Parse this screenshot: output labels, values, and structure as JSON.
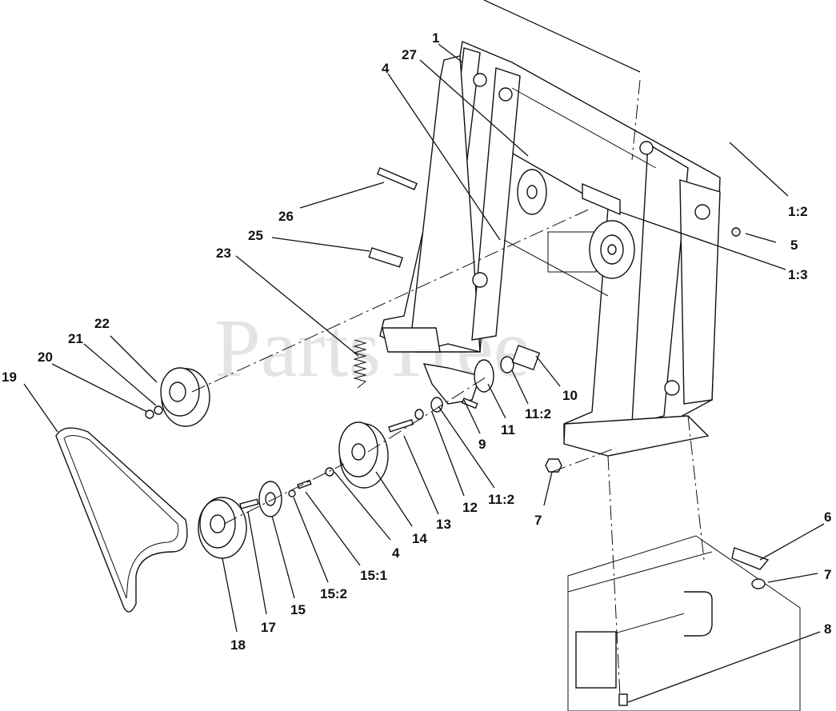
{
  "watermark": "PartsTree",
  "callouts": [
    "1",
    "27",
    "4",
    "1:2",
    "26",
    "25",
    "5",
    "23",
    "1:3",
    "22",
    "21",
    "20",
    "19",
    "10",
    "11:2",
    "11",
    "9",
    "12",
    "11:2",
    "13",
    "14",
    "4",
    "7",
    "6",
    "7",
    "15:1",
    "15:2",
    "15",
    "17",
    "18",
    "8"
  ]
}
